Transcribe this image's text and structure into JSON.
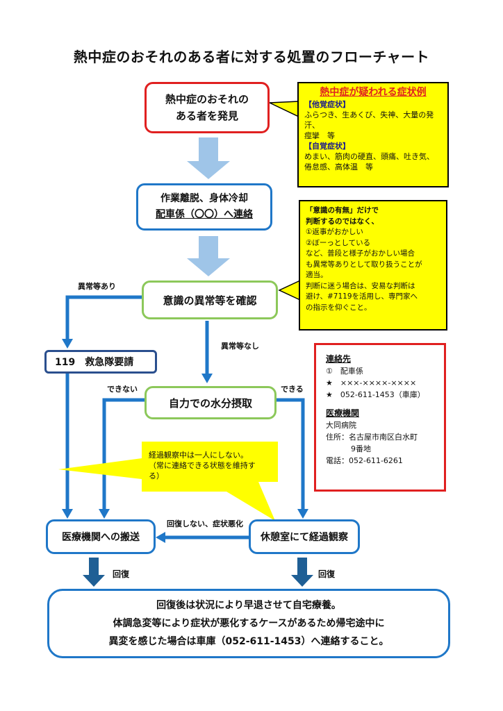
{
  "title": "熱中症のおそれのある者に対する処置のフローチャート",
  "discover": {
    "line1": "熱中症のおそれの",
    "line2": "ある者を発見"
  },
  "symptoms": {
    "heading": "熱中症が疑われる症状例",
    "other_label": "【他覚症状】",
    "other_1": "ふらつき、生あくび、失神、大量の発汗、",
    "other_2": "痙攣　等",
    "self_label": "【自覚症状】",
    "self_1": "めまい、筋肉の硬直、頭痛、吐き気、",
    "self_2": "倦怠感、高体温　等"
  },
  "cooling": {
    "line1": "作業離脱、身体冷却",
    "line2": "配車係（〇〇）へ連絡"
  },
  "consciousness_note": {
    "l1": "「意識の有無」だけで",
    "l2": "判断するのではなく、",
    "l3": "①返事がおかしい",
    "l4": "②ぼーっとしている",
    "l5": "など、普段と様子がおかしい場合",
    "l6": "も異常等ありとして取り扱うことが",
    "l7": "適当。",
    "l8": "判断に迷う場合は、安易な判断は",
    "l9": "避け、#7119を活用し、専門家へ",
    "l10": "の指示を仰ぐこと。"
  },
  "check": "意識の異常等を確認",
  "label_abnormal": "異常等あり",
  "label_normal": "異常等なし",
  "ambulance": "119　救急隊要請",
  "contacts": {
    "heading": "連絡先",
    "c1": "①　配車係",
    "c2": "★　×××-××××-××××",
    "c3": "★　052-611-1453（車庫）",
    "hospital_heading": "医療機関",
    "h1": "大同病院",
    "h2": "住所：名古屋市南区白水町",
    "h3": "9番地",
    "h4": "電話：052-611-6261"
  },
  "label_cannot": "できない",
  "label_can": "できる",
  "hydrate": "自力での水分摂取",
  "bubble": {
    "l1": "経過観察中は一人にしない。",
    "l2": "（常に連絡できる状態を維持す",
    "l3": "る）"
  },
  "transport": "医療機関への搬送",
  "rest": "休憩室にて経過観察",
  "label_worse": "回復しない、症状悪化",
  "label_recover_left": "回復",
  "label_recover_right": "回復",
  "final": {
    "l1": "回復後は状況により早退させて自宅療養。",
    "l2": "体調急変等により症状が悪化するケースがあるため帰宅途中に",
    "l3": "異変を感じた場合は車庫（052-611-1453）へ連絡すること。"
  },
  "colors": {
    "red": "#e02020",
    "blue": "#1f77c8",
    "green": "#8cc85a",
    "navy": "#2a4f8e",
    "yellow": "#ffff00",
    "light_blue_arrow": "#9fc5e8",
    "dark_arrow": "#1f5f95"
  }
}
